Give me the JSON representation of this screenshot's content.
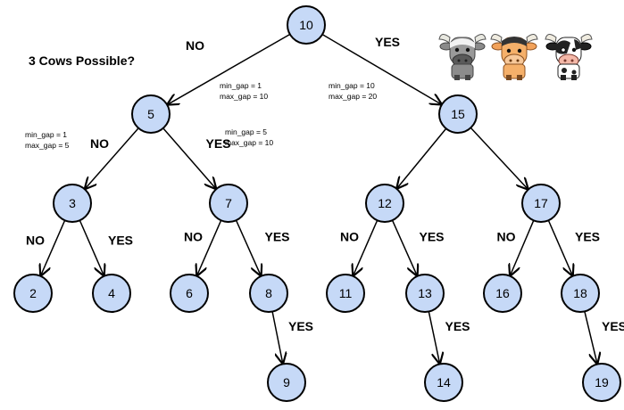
{
  "title": "3 Cows Possible?",
  "nodes": [
    {
      "id": "n10",
      "label": "10"
    },
    {
      "id": "n5",
      "label": "5"
    },
    {
      "id": "n15",
      "label": "15"
    },
    {
      "id": "n3",
      "label": "3"
    },
    {
      "id": "n7",
      "label": "7"
    },
    {
      "id": "n12",
      "label": "12"
    },
    {
      "id": "n17",
      "label": "17"
    },
    {
      "id": "n2",
      "label": "2"
    },
    {
      "id": "n4",
      "label": "4"
    },
    {
      "id": "n6",
      "label": "6"
    },
    {
      "id": "n8",
      "label": "8"
    },
    {
      "id": "n11",
      "label": "11"
    },
    {
      "id": "n13",
      "label": "13"
    },
    {
      "id": "n16",
      "label": "16"
    },
    {
      "id": "n18",
      "label": "18"
    },
    {
      "id": "n9",
      "label": "9"
    },
    {
      "id": "n14",
      "label": "14"
    },
    {
      "id": "n19",
      "label": "19"
    }
  ],
  "edges": [
    {
      "from": "n10",
      "to": "n5",
      "label": "NO"
    },
    {
      "from": "n10",
      "to": "n15",
      "label": "YES"
    },
    {
      "from": "n5",
      "to": "n3",
      "label": "NO"
    },
    {
      "from": "n5",
      "to": "n7",
      "label": "YES"
    },
    {
      "from": "n15",
      "to": "n12",
      "label": ""
    },
    {
      "from": "n15",
      "to": "n17",
      "label": ""
    },
    {
      "from": "n3",
      "to": "n2",
      "label": "NO"
    },
    {
      "from": "n3",
      "to": "n4",
      "label": "YES"
    },
    {
      "from": "n7",
      "to": "n6",
      "label": "NO"
    },
    {
      "from": "n7",
      "to": "n8",
      "label": "YES"
    },
    {
      "from": "n12",
      "to": "n11",
      "label": "NO"
    },
    {
      "from": "n12",
      "to": "n13",
      "label": "YES"
    },
    {
      "from": "n17",
      "to": "n16",
      "label": "NO"
    },
    {
      "from": "n17",
      "to": "n18",
      "label": "YES"
    },
    {
      "from": "n8",
      "to": "n9",
      "label": "YES"
    },
    {
      "from": "n13",
      "to": "n14",
      "label": "YES"
    },
    {
      "from": "n18",
      "to": "n19",
      "label": "YES"
    }
  ],
  "annotations": [
    {
      "id": "a5",
      "lines": [
        "min_gap = 1",
        "max_gap = 5"
      ]
    },
    {
      "id": "a10",
      "lines": [
        "min_gap = 1",
        "max_gap = 10"
      ]
    },
    {
      "id": "a20",
      "lines": [
        "min_gap = 10",
        "max_gap = 20"
      ]
    },
    {
      "id": "a7",
      "lines": [
        "min_gap = 5",
        "max_gap = 10"
      ]
    }
  ],
  "cows": [
    {
      "id": "cow-gray",
      "icon": "gray-cow-icon"
    },
    {
      "id": "cow-orange",
      "icon": "orange-cow-icon"
    },
    {
      "id": "cow-spotted",
      "icon": "spotted-cow-icon"
    }
  ],
  "colors": {
    "node_fill": "#c6d9f7",
    "node_stroke": "#000000"
  }
}
